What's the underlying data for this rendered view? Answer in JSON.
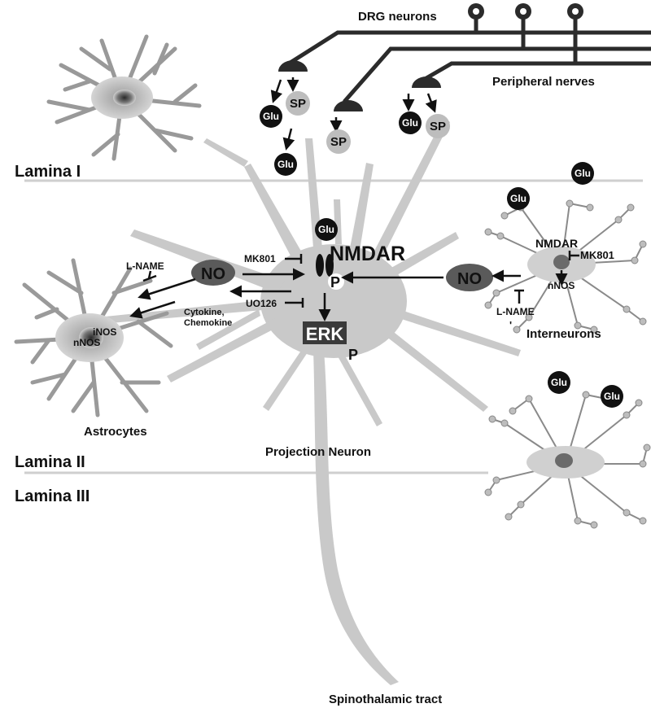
{
  "labels": {
    "drg_neurons": "DRG neurons",
    "peripheral_nerves": "Peripheral nerves",
    "lamina_1": "Lamina I",
    "lamina_2": "Lamina II",
    "lamina_3": "Lamina III",
    "astrocytes": "Astrocytes",
    "projection_neuron": "Projection Neuron",
    "interneurons": "Interneurons",
    "spinothalamic_tract": "Spinothalamic tract",
    "glu": "Glu",
    "sp": "SP",
    "nmdar_main": "NMDAR",
    "nmdar_inter": "NMDAR",
    "no": "NO",
    "erk": "ERK",
    "p": "P",
    "mk801": "MK801",
    "uo126": "UO126",
    "l_name": "L-NAME",
    "cytokine": "Cytokine,",
    "chemokine": "Chemokine",
    "inos": "iNOS",
    "nnos": "nNOS",
    "apostrophe": "'"
  },
  "colors": {
    "nerve": "#2b2b2b",
    "cell_fill": "#c9c9c9",
    "cell_stroke": "#8a8a8a",
    "nucleus": "#555555",
    "no_oval": "#5a5a5a",
    "sp_fill": "#bdbdbd",
    "erk_box": "#3a3a3a",
    "lamina_line": "#cfcfcf"
  }
}
